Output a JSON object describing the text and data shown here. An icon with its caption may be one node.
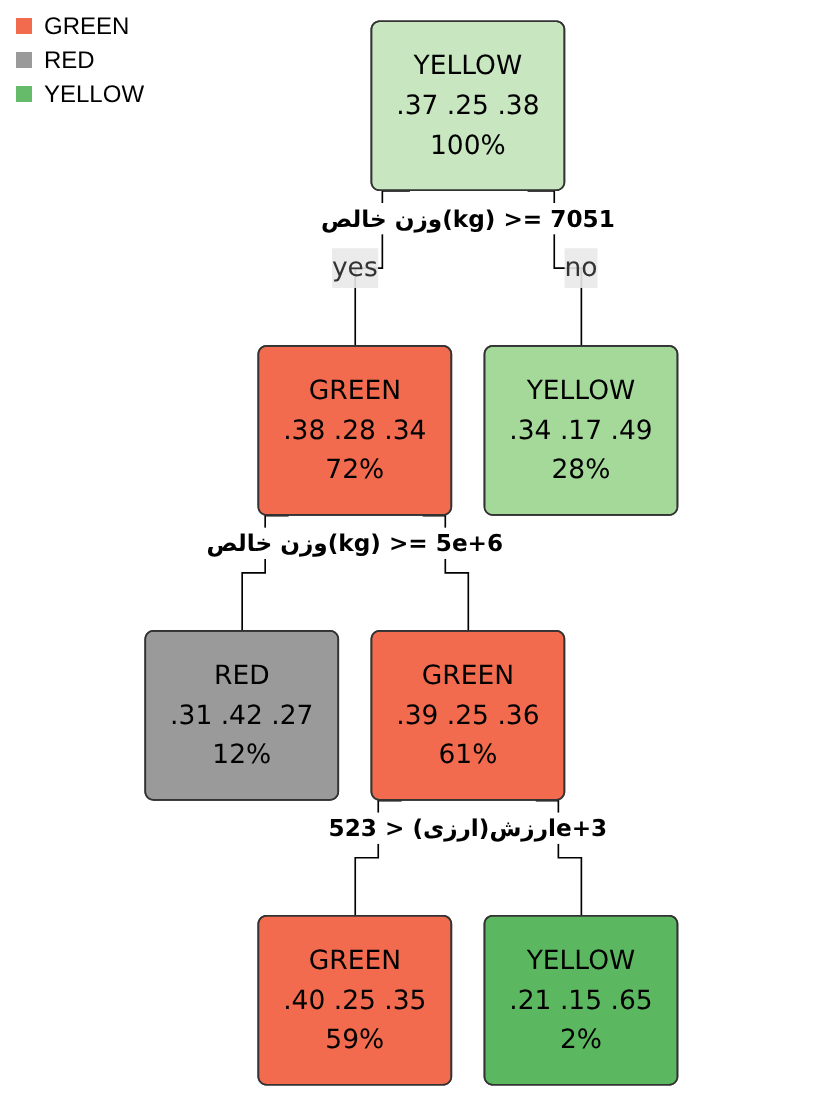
{
  "diagram": {
    "nodes": [
      {
        "text": [
          "YELLOW",
          ".37 .25 .38",
          "100%"
        ],
        "beside": [
          "وزن خالص(kg) >= 7051"
        ]
      },
      {
        "text": [
          "GREEN",
          ".38 .28 .34",
          "72%"
        ],
        "beside": [
          "وزن خالص(kg) >= 5e+6"
        ]
      },
      {
        "text": [
          "RED",
          ".31 .42 .27",
          "12%"
        ]
      },
      {
        "text": [
          "GREEN",
          ".39 .25 .36",
          "61%"
        ],
        "beside": [
          "ارزش(ارزی) < 523e+3"
        ]
      },
      {
        "text": [
          "GREEN",
          ".40 .25 .35",
          "59%"
        ]
      },
      {
        "text": [
          "YELLOW",
          ".21 .15 .65",
          "2%"
        ]
      },
      {
        "text": [
          "YELLOW",
          ".34 .17 .49",
          "28%"
        ]
      }
    ],
    "edges": [
      {
        "from": 0,
        "to": 1,
        "arrow": "none",
        "label": "yes"
      },
      {
        "from": 0,
        "to": 6,
        "arrow": "none",
        "label": "no"
      },
      {
        "from": 1,
        "to": 2,
        "arrow": "none"
      },
      {
        "from": 1,
        "to": 3,
        "arrow": "none"
      },
      {
        "from": 3,
        "to": 4,
        "arrow": "none"
      },
      {
        "from": 3,
        "to": 5,
        "arrow": "none"
      }
    ],
    "legend": [
      {
        "text": "GREEN",
        "color": "#f26b4f"
      },
      {
        "text": "RED",
        "color": "#9a9a9a"
      },
      {
        "text": "YELLOW",
        "color": "#66bb6a"
      }
    ]
  }
}
